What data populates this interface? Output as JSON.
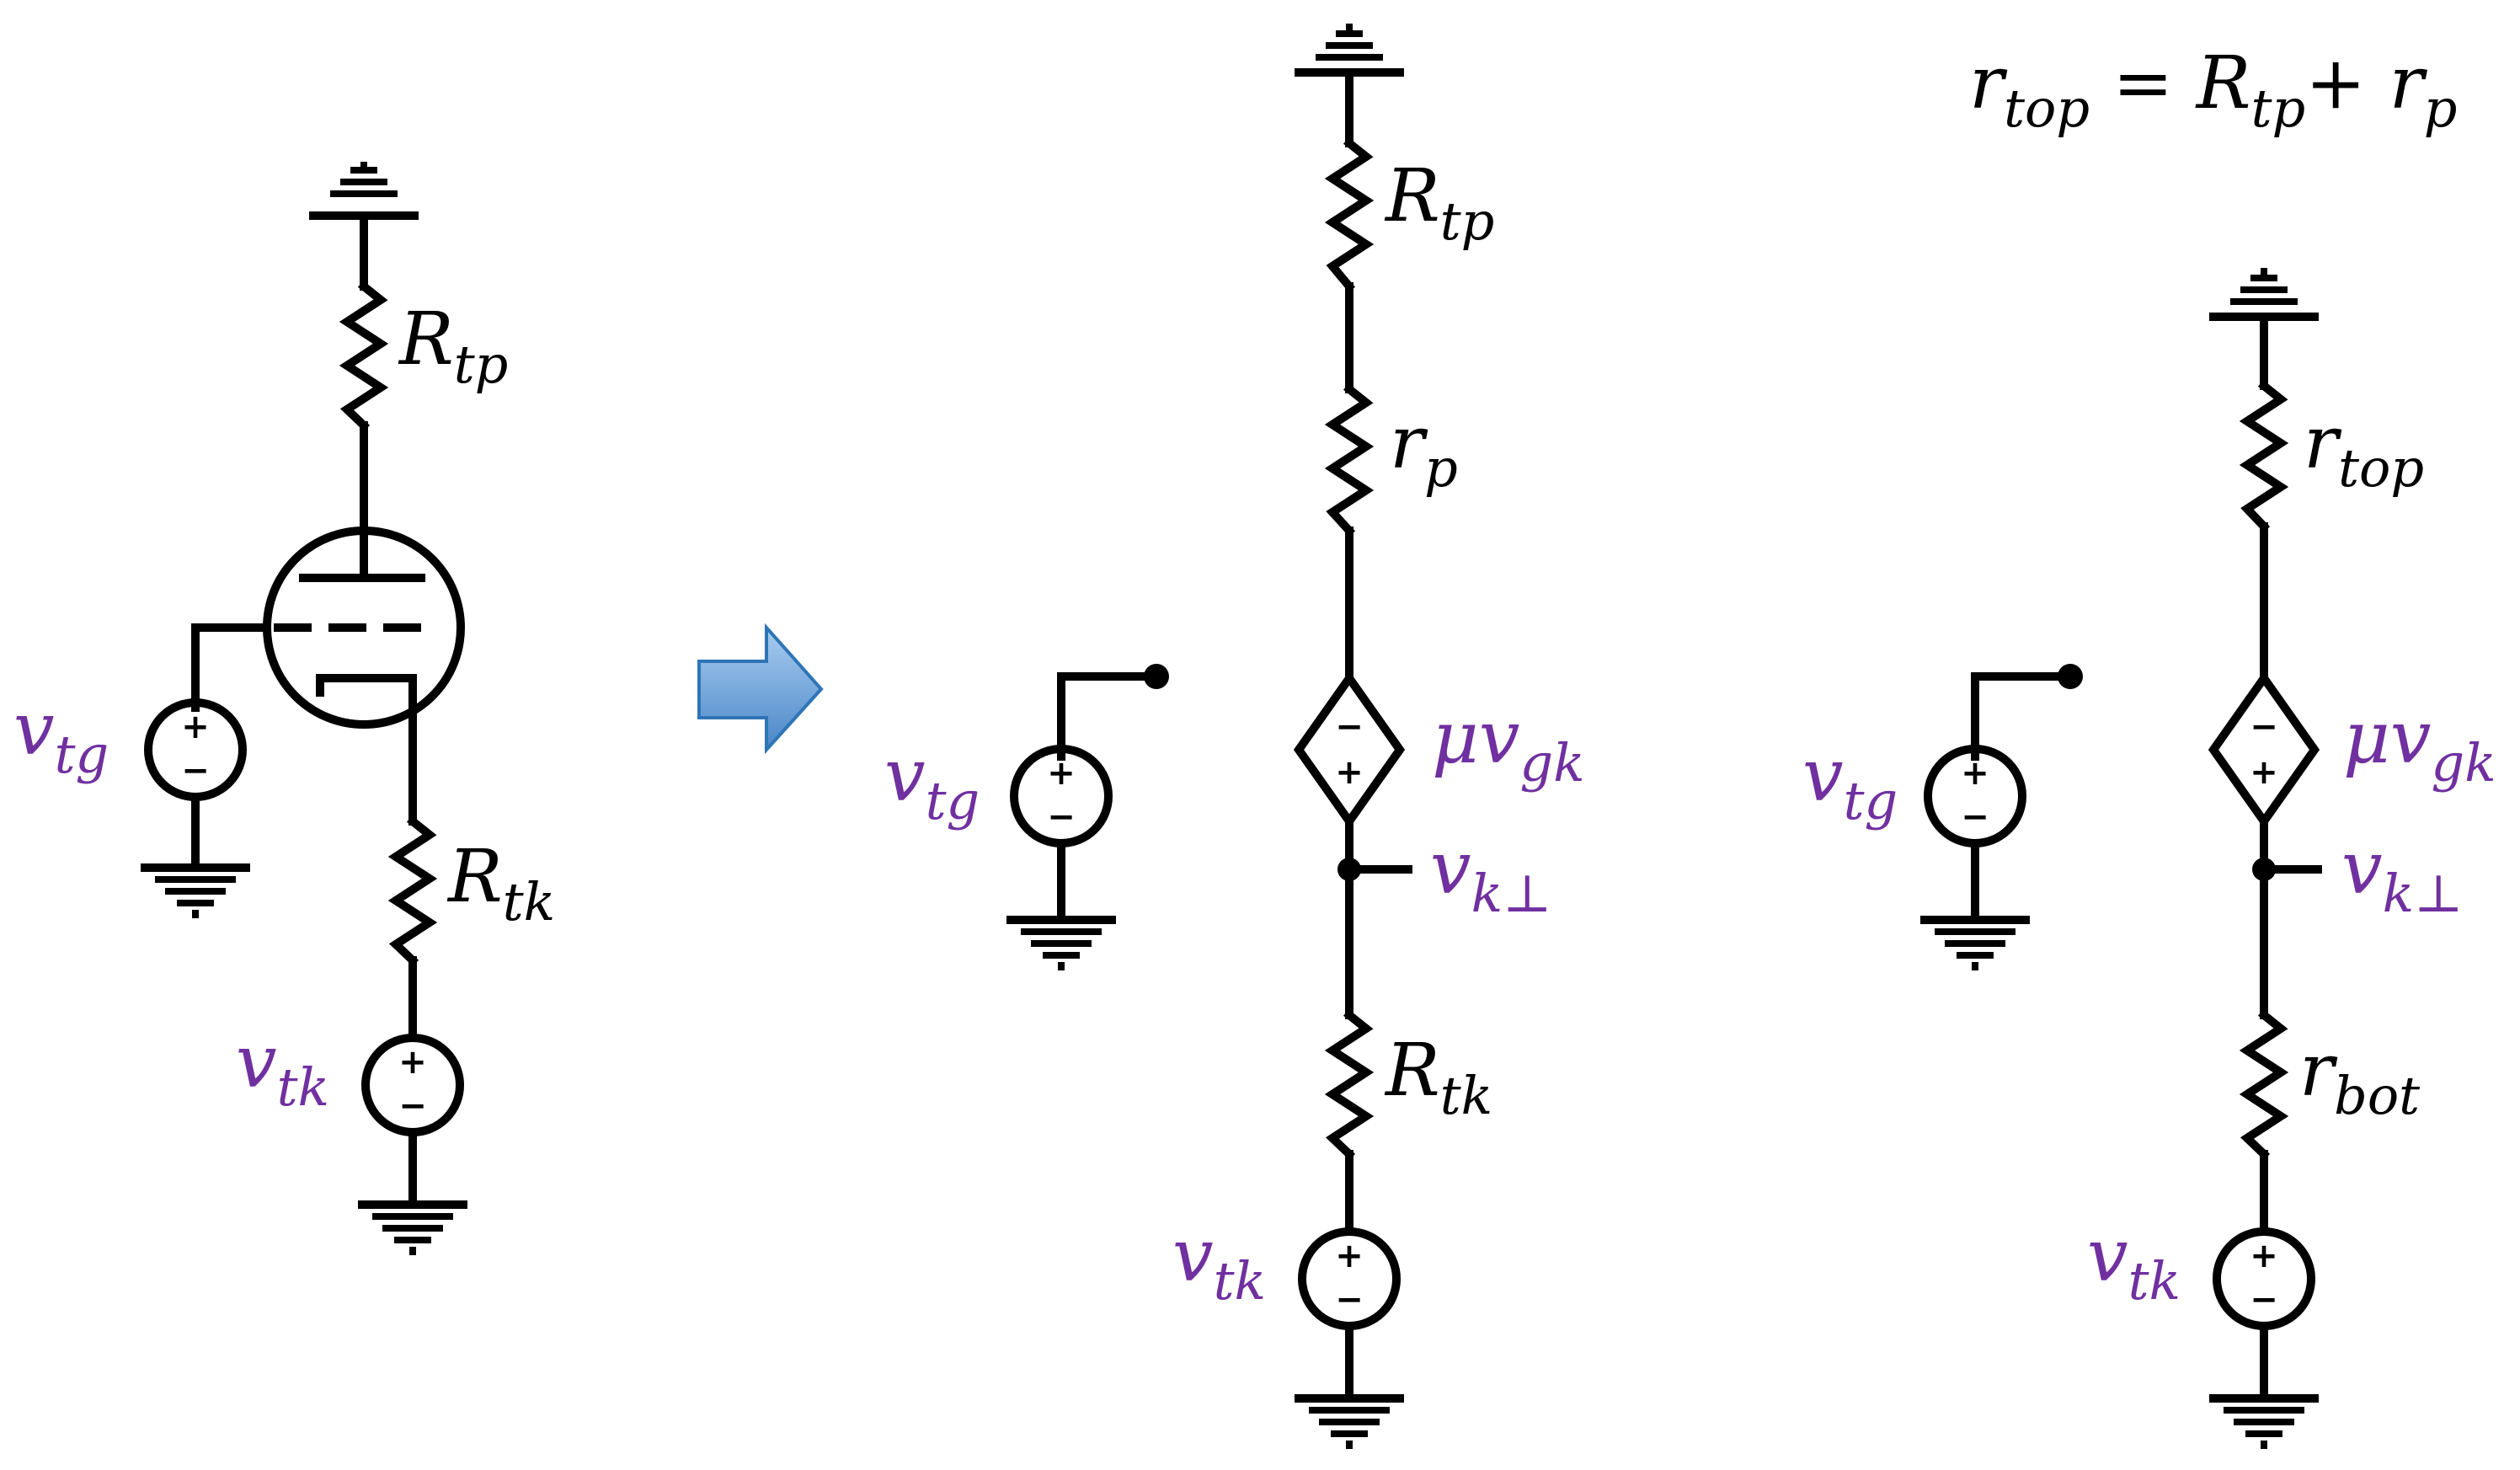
{
  "labels": {
    "formula": {
      "lhs": "r",
      "lhs_sub": "top",
      "eq": " = ",
      "t1": "R",
      "t1_sub": "tp",
      "plus": "+ ",
      "t2": "r",
      "t2_sub": "p"
    },
    "left": {
      "r_tp": {
        "main": "R",
        "sub": "tp"
      },
      "r_tk": {
        "main": "R",
        "sub": "tk"
      },
      "v_tg": {
        "main": "v",
        "sub": "tg"
      },
      "v_tk": {
        "main": "v",
        "sub": "tk"
      }
    },
    "mid": {
      "r_tp": {
        "main": "R",
        "sub": "tp"
      },
      "r_p": {
        "main": "r",
        "sub": "p"
      },
      "mu_v_gk": {
        "main": "μv",
        "sub": "gk"
      },
      "v_k": {
        "main": "v",
        "sub": "k⊥"
      },
      "r_tk": {
        "main": "R",
        "sub": "tk"
      },
      "v_tg": {
        "main": "v",
        "sub": "tg"
      },
      "v_tk": {
        "main": "v",
        "sub": "tk"
      }
    },
    "right": {
      "r_top": {
        "main": "r",
        "sub": "top"
      },
      "mu_v_gk": {
        "main": "μv",
        "sub": "gk"
      },
      "v_k": {
        "main": "v",
        "sub": "k⊥"
      },
      "r_bot": {
        "main": "r",
        "sub": "bot"
      },
      "v_tg": {
        "main": "v",
        "sub": "tg"
      },
      "v_tk": {
        "main": "v",
        "sub": "tk"
      }
    },
    "signs": {
      "plus": "+",
      "minus": "−"
    }
  },
  "colors": {
    "wire": "#000000",
    "voltage_label": "#7030a0",
    "arrow_fill": "#5b9bd5",
    "arrow_stroke": "#2e75b6"
  }
}
